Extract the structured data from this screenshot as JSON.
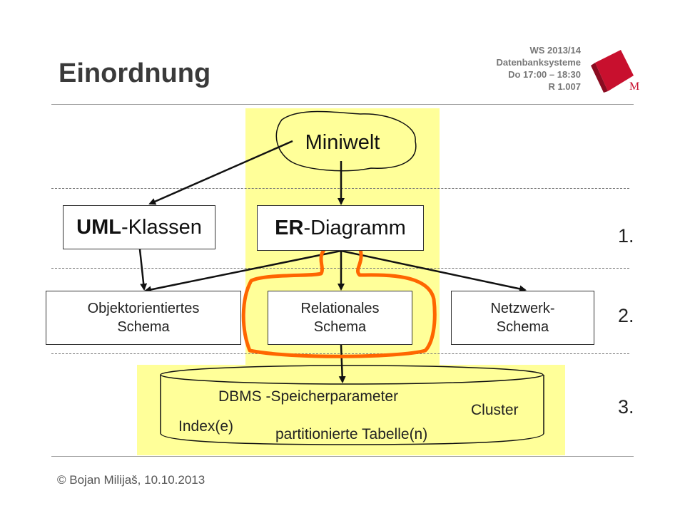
{
  "header": {
    "title": "Einordnung",
    "course_lines": [
      "WS 2013/14",
      "Datenbanksysteme",
      "Do 17:00 – 18:30",
      "R 1.007"
    ],
    "logo_letter": "M",
    "logo_color": "#c8102e"
  },
  "diagram": {
    "miniwelt": "Miniwelt",
    "uml_bold": "UML",
    "uml_rest": "-Klassen",
    "er_bold": "ER",
    "er_rest": "-Diagramm",
    "oo_schema": "Objektorientiertes\nSchema",
    "rel_schema": "Relationales\nSchema",
    "net_schema": "Netzwerk-\nSchema",
    "dbms": "DBMS -Speicherparameter",
    "cluster": "Cluster",
    "index": "Index(e)",
    "partition": "partitionierte Tabelle(n)",
    "levels": [
      "1.",
      "2.",
      "3."
    ],
    "highlight_color": "#ffff99",
    "outline_color": "#ff6600"
  },
  "footer": {
    "copyright": "© Bojan Milijaš, 10.10.2013"
  }
}
